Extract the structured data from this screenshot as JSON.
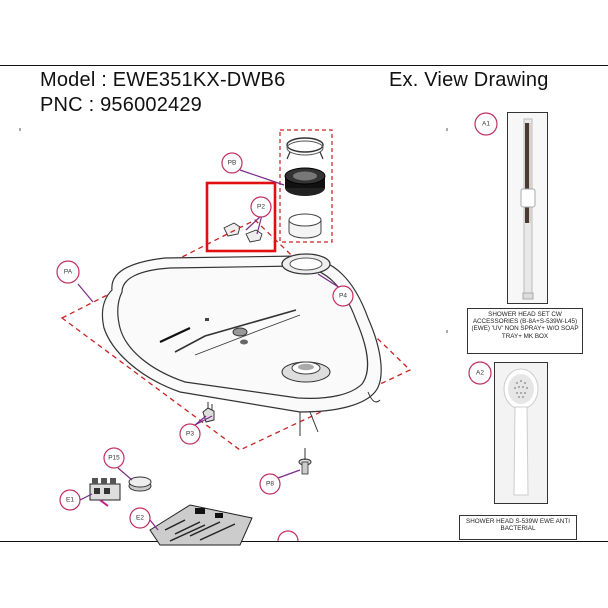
{
  "header": {
    "model_line": "Model : EWE351KX-DWB6",
    "pnc_line": "PNC : 956002429",
    "view_title": "Ex. View Drawing"
  },
  "callouts": {
    "PB": "PB",
    "P2": "P2",
    "PA": "PA",
    "P4": "P4",
    "P3": "P3",
    "P15": "P15",
    "E1": "E1",
    "E2": "E2",
    "P8": "P8",
    "A1": "A1",
    "A2": "A2"
  },
  "captions": {
    "a1": "SHOWER HEAD SET CW ACCESSORIES (B-8A+S-539W-L45)(EWE) 'UV' NON SPRAY+ W/O SOAP TRAY+ MK BOX",
    "a2": "SHOWER HEAD S-539W EWE ANTI BACTERIAL"
  },
  "colors": {
    "callout_line": "#7a2a8a",
    "highlight_box": "#e01010",
    "dashed_outline": "#cc2020"
  }
}
